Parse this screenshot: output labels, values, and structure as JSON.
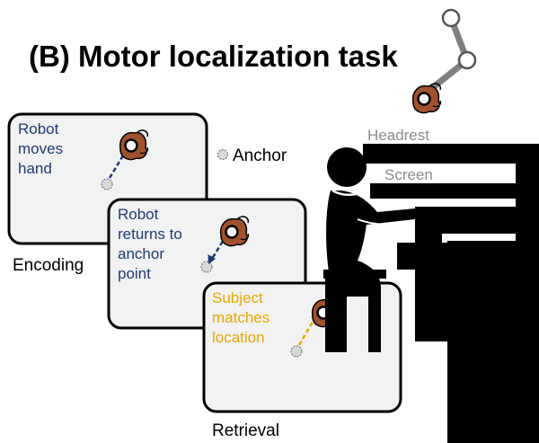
{
  "title": "(B) Motor localization task",
  "legend": {
    "anchor_label": "Anchor"
  },
  "panels": [
    {
      "lines": [
        "Robot",
        "moves",
        "hand"
      ],
      "caption": "Encoding",
      "text_color": "#1f3b73"
    },
    {
      "lines": [
        "Robot",
        "returns to",
        "anchor",
        "point"
      ],
      "caption": "",
      "text_color": "#1f3b73"
    },
    {
      "lines": [
        "Subject",
        "matches",
        "location"
      ],
      "caption": "Retrieval",
      "text_color": "#e8a800"
    }
  ],
  "setup": {
    "headrest_label": "Headrest",
    "screen_label": "Screen"
  },
  "colors": {
    "navy": "#1f3b73",
    "gold": "#e8a800",
    "panel_fill": "#f2f2f2",
    "hand": "#a0522d",
    "gray_label": "#8a8a8a"
  }
}
